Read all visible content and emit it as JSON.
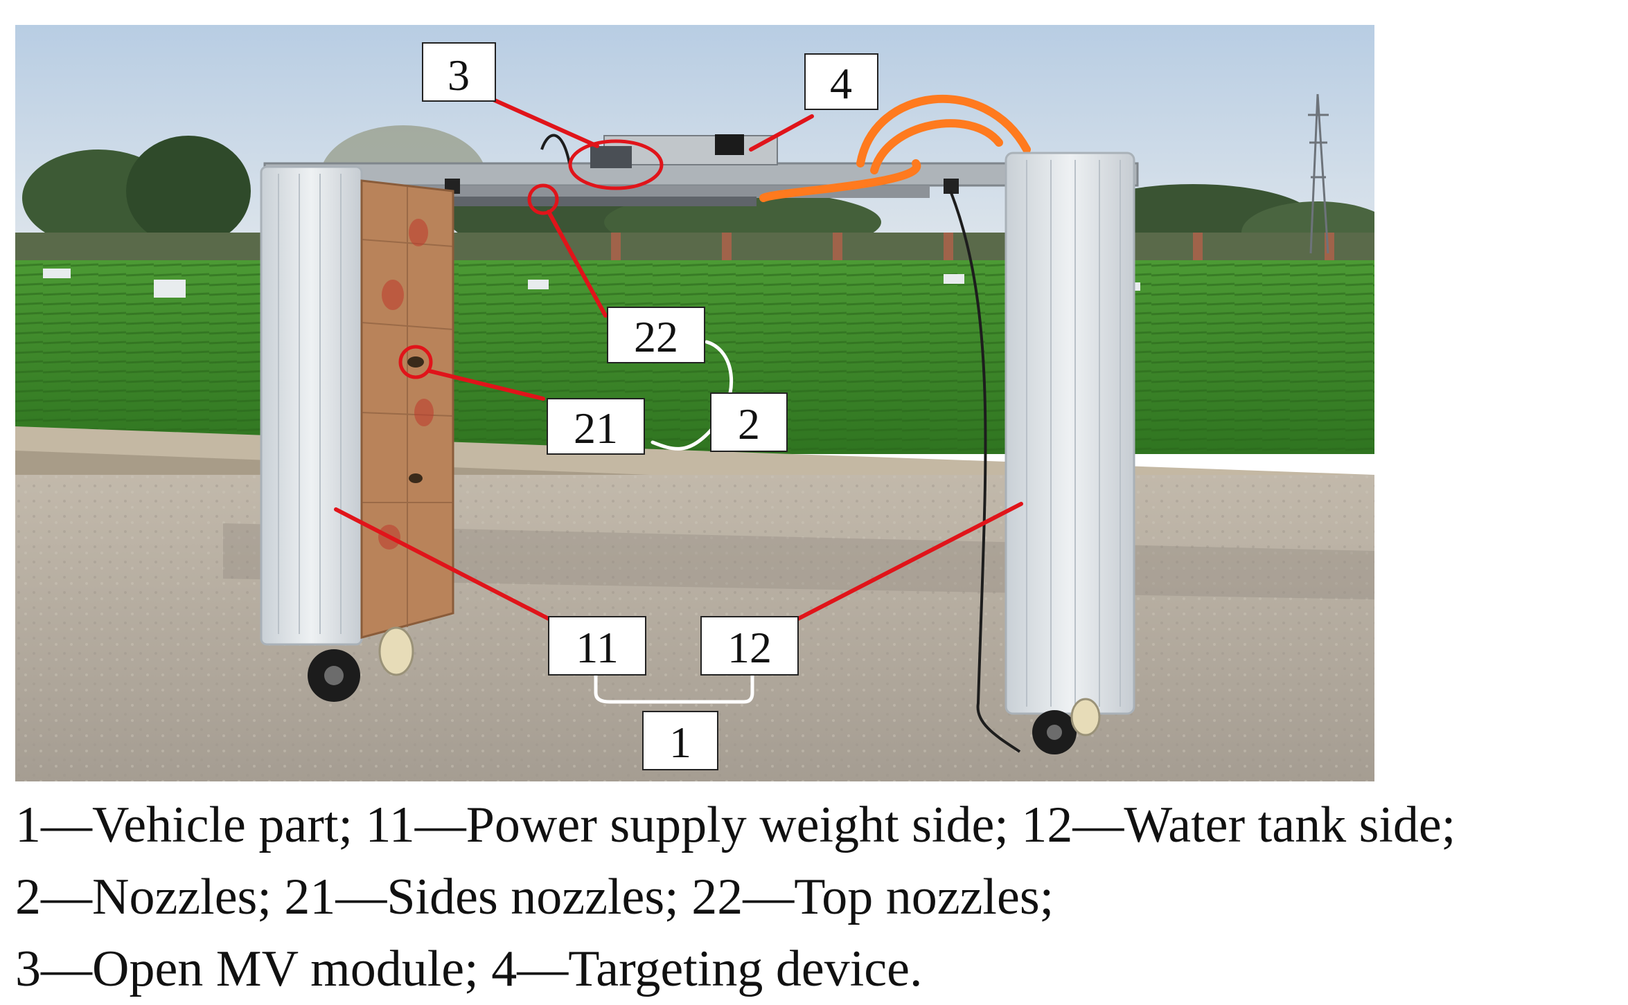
{
  "figure": {
    "callouts": {
      "label_3": "3",
      "label_4": "4",
      "label_22": "22",
      "label_21": "21",
      "label_2": "2",
      "label_11": "11",
      "label_12": "12",
      "label_1": "1"
    },
    "colors": {
      "callout_line": "#e0141a",
      "bracket": "#ffffff",
      "sky": "#c9d8e8",
      "field": "#3f8f2a",
      "road": "#b6aea1",
      "cover": "#dde3e8",
      "cardboard": "#b9835a",
      "frame": "#aeb4b9",
      "hose": "#ff7a1e"
    }
  },
  "caption": {
    "line1": "1—Vehicle part; 11—Power supply weight side; 12—Water tank side;",
    "line2": "2—Nozzles; 21—Sides nozzles; 22—Top nozzles;",
    "line3": "3—Open MV module; 4—Targeting device."
  }
}
